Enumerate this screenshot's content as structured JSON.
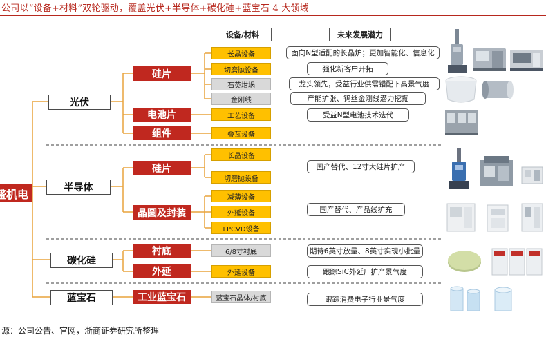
{
  "title": "公司以“设备+材料”双轮驱动，覆盖光伏+半导体+碳化硅+蓝宝石 4 大领域",
  "source": "源：公司公告、官网，浙商证券研究所整理",
  "root_label": "晶盛机电",
  "column_headers": {
    "equipment": "设备/材料",
    "potential": "未来发展潜力"
  },
  "categories": {
    "pv": "光伏",
    "semi": "半导体",
    "sic": "碳化硅",
    "sapphire": "蓝宝石"
  },
  "segments": {
    "pv_silicon": "硅片",
    "pv_cell": "电池片",
    "pv_module": "组件",
    "semi_silicon": "硅片",
    "semi_wafer": "晶圆及封装",
    "sic_substrate": "衬底",
    "sic_epi": "外延",
    "sapphire_industrial": "工业蓝宝石"
  },
  "equipment": {
    "pv_crystal": "长晶设备",
    "pv_cut": "切磨抛设备",
    "pv_crucible": "石英坩埚",
    "pv_wire": "金刚线",
    "pv_process": "工艺设备",
    "pv_stack": "叠瓦设备",
    "semi_crystal": "长晶设备",
    "semi_cut": "切磨抛设备",
    "semi_thin": "减薄设备",
    "semi_epi": "外延设备",
    "semi_lpcvd": "LPCVD设备",
    "sic_sub": "6/8寸衬底",
    "sic_epi": "外延设备",
    "sapphire_crystal": "蓝宝石晶体/衬底"
  },
  "potential": {
    "pv_crystal": "面向N型适配的长晶炉；更加智能化、信息化",
    "pv_cut": "强化新客户开拓",
    "pv_crucible": "龙头领先，受益行业供需错配下高景气度",
    "pv_wire": "产能扩张、钨丝金刚线潜力挖掘",
    "pv_cell": "受益N型电池技术迭代",
    "semi_silicon": "国产替代、12寸大硅片扩产",
    "semi_wafer": "国产替代、产品线扩充",
    "sic_sub": "期待6英寸放量、8英寸实现小批量",
    "sic_epi": "跟踪SiC外延厂扩产景气度",
    "sapphire": "跟踪消费电子行业景气度"
  },
  "colors": {
    "brand_red": "#c0281f",
    "equipment_yellow": "#ffc000",
    "material_gray": "#d9d9d9",
    "connector_orange": "#e8a33c"
  }
}
